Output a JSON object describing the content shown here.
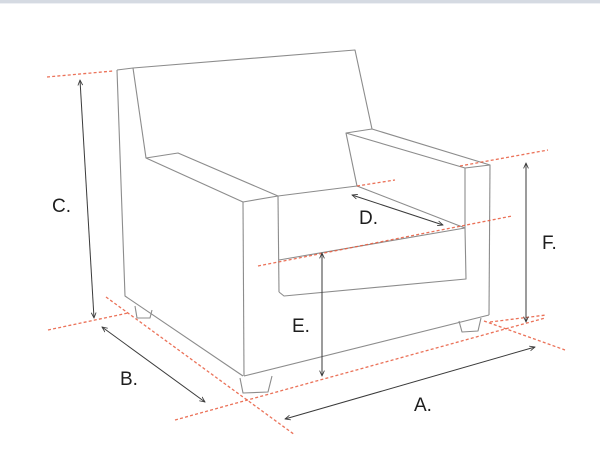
{
  "diagram": {
    "subject": "Armchair dimension guide",
    "colors": {
      "outline": "#8c8c8c",
      "guide_lines": "#e8593c",
      "dimension_arrows": "#3a3a3a",
      "top_border": "#d5dae2",
      "background": "#ffffff"
    },
    "labels": {
      "A": "A.",
      "B": "B.",
      "C": "C.",
      "D": "D.",
      "E": "E.",
      "F": "F."
    }
  }
}
